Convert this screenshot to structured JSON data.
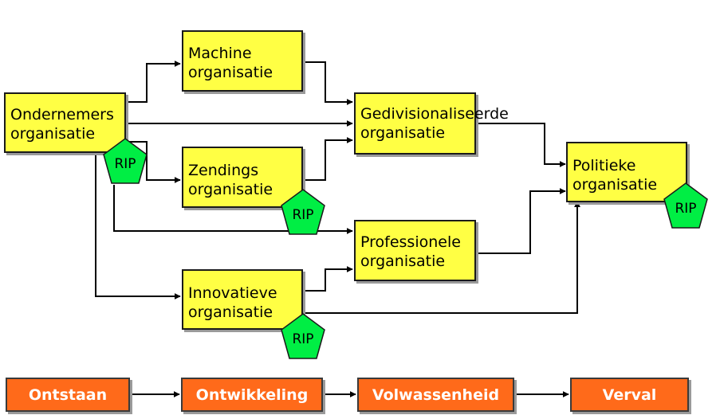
{
  "organisations": {
    "ondernemers": {
      "line1": "Ondernemers",
      "line2": "organisatie"
    },
    "machine": {
      "line1": "Machine",
      "line2": "organisatie"
    },
    "gedivisionaliseerde": {
      "line1": "Gedivisionaliseerde",
      "line2": "organisatie"
    },
    "zendings": {
      "line1": "Zendings",
      "line2": "organisatie"
    },
    "politieke": {
      "line1": "Politieke",
      "line2": "organisatie"
    },
    "professionele": {
      "line1": "Professionele",
      "line2": "organisatie"
    },
    "innovatieve": {
      "line1": "Innovatieve",
      "line2": "organisatie"
    }
  },
  "rip_label": "RIP",
  "stages": [
    "Ontstaan",
    "Ontwikkeling",
    "Volwassenheid",
    "Verval"
  ],
  "colors": {
    "box_fill": "#ffff44",
    "stage_fill": "#ff6a1a",
    "rip_fill": "#00ee44",
    "line": "#000000"
  }
}
